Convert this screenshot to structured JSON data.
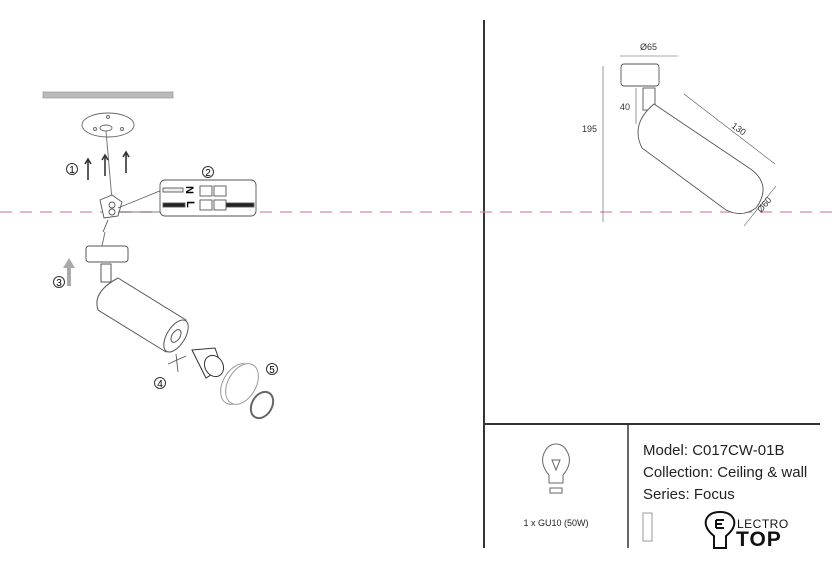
{
  "installation": {
    "steps": [
      "1",
      "2",
      "3",
      "4",
      "5"
    ],
    "terminal_labels": {
      "neutral": "N",
      "live": "L"
    }
  },
  "dimensions": {
    "base_diameter": "Ø65",
    "stem_height": "40",
    "total_height": "195",
    "body_length": "130",
    "body_diameter": "Ø60"
  },
  "lamp": {
    "label": "1 x GU10 (50W)"
  },
  "product": {
    "model": "Model: C017CW-01B",
    "collection": "Collection: Ceiling & wall",
    "series": "Series: Focus"
  },
  "logo": {
    "line1": "LECTRO",
    "line2": "TOP"
  },
  "colors": {
    "guide_line": "#d98a9a",
    "frame": "#333333"
  }
}
